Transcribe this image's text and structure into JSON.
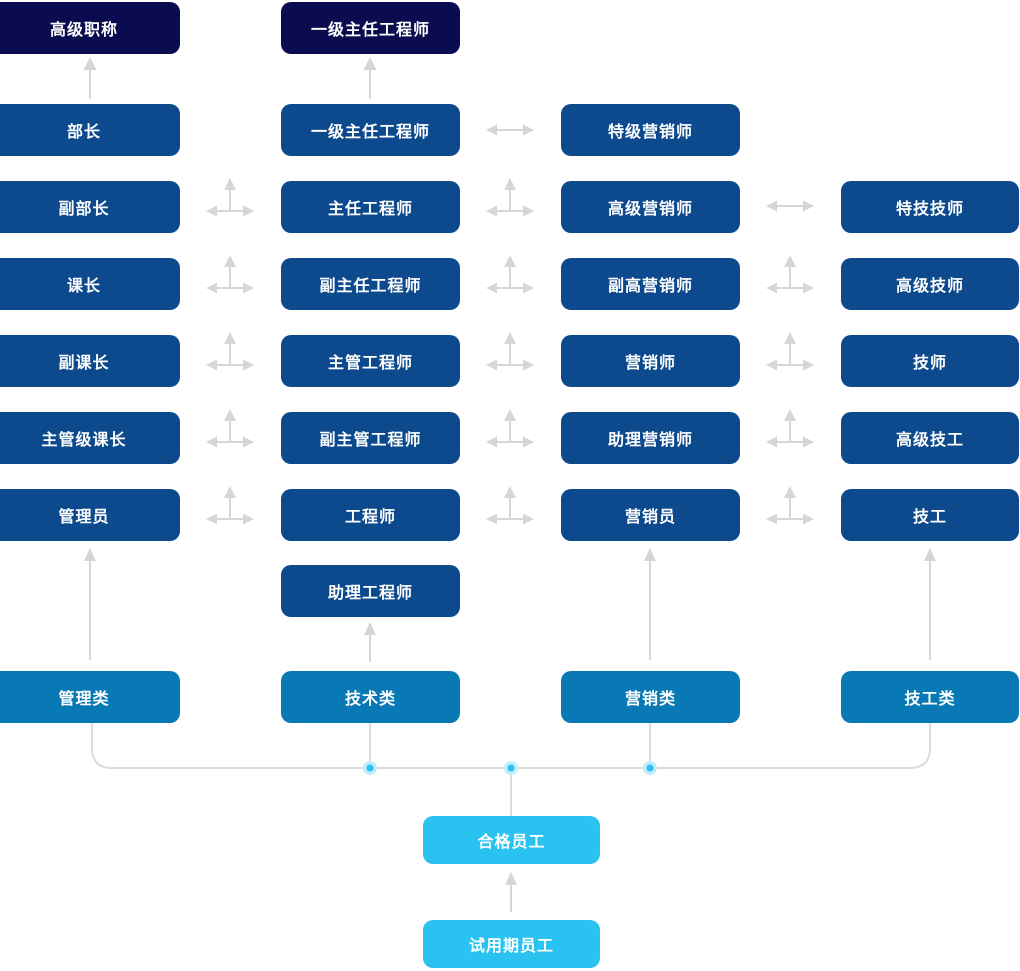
{
  "palette": {
    "top_level": "#0b0b4f",
    "level": "#0d4a8d",
    "category": "#0879b5",
    "base": "#29c2f1",
    "arrow": "#d6d6d6",
    "connector": "#dcdcdc",
    "dot_halo": "#c2ecfb",
    "text": "#ffffff"
  },
  "tracks": [
    {
      "id": "management",
      "category": "管理类",
      "peak": "高级职称",
      "levels": [
        "部长",
        "副部长",
        "课长",
        "副课长",
        "主管级课长",
        "管理员"
      ]
    },
    {
      "id": "technical",
      "category": "技术类",
      "peak": "一级主任工程师",
      "levels": [
        "一级主任工程师",
        "主任工程师",
        "副主任工程师",
        "主管工程师",
        "副主管工程师",
        "工程师",
        "助理工程师"
      ]
    },
    {
      "id": "marketing",
      "category": "营销类",
      "levels": [
        "特级营销师",
        "高级营销师",
        "副高营销师",
        "营销师",
        "助理营销师",
        "营销员"
      ]
    },
    {
      "id": "skilled-worker",
      "category": "技工类",
      "levels": [
        "特技技师",
        "高级技师",
        "技师",
        "高级技工",
        "技工"
      ]
    }
  ],
  "base_levels": {
    "qualified": "合格员工",
    "probation": "试用期员工"
  }
}
